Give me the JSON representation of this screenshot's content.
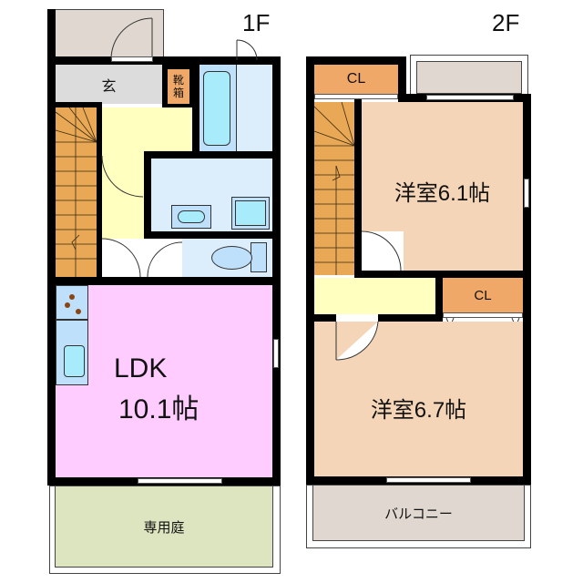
{
  "floors": {
    "first": {
      "label": "1F",
      "rooms": {
        "entrance": "玄",
        "shoe_box": "靴\n箱",
        "ldk_name": "LDK",
        "ldk_size": "10.1帖",
        "garden": "専用庭"
      }
    },
    "second": {
      "label": "2F",
      "rooms": {
        "closet_top": "CL",
        "closet_mid": "CL",
        "western_room_1": "洋室6.1帖",
        "western_room_2": "洋室6.7帖",
        "balcony": "バルコニー"
      }
    }
  },
  "colors": {
    "ldk": "#ffccff",
    "western_room": "#f5d5b8",
    "hallway": "#ffffc0",
    "stairs": "#e8a855",
    "closet": "#f0a868",
    "wet_area": "#dceefc",
    "bath": "#bfe0fb",
    "entrance": "#dcdcdc",
    "garden": "#dce5c0",
    "balcony": "#e0d8d0",
    "porch": "#e0d8d0",
    "wall": "#000000"
  }
}
